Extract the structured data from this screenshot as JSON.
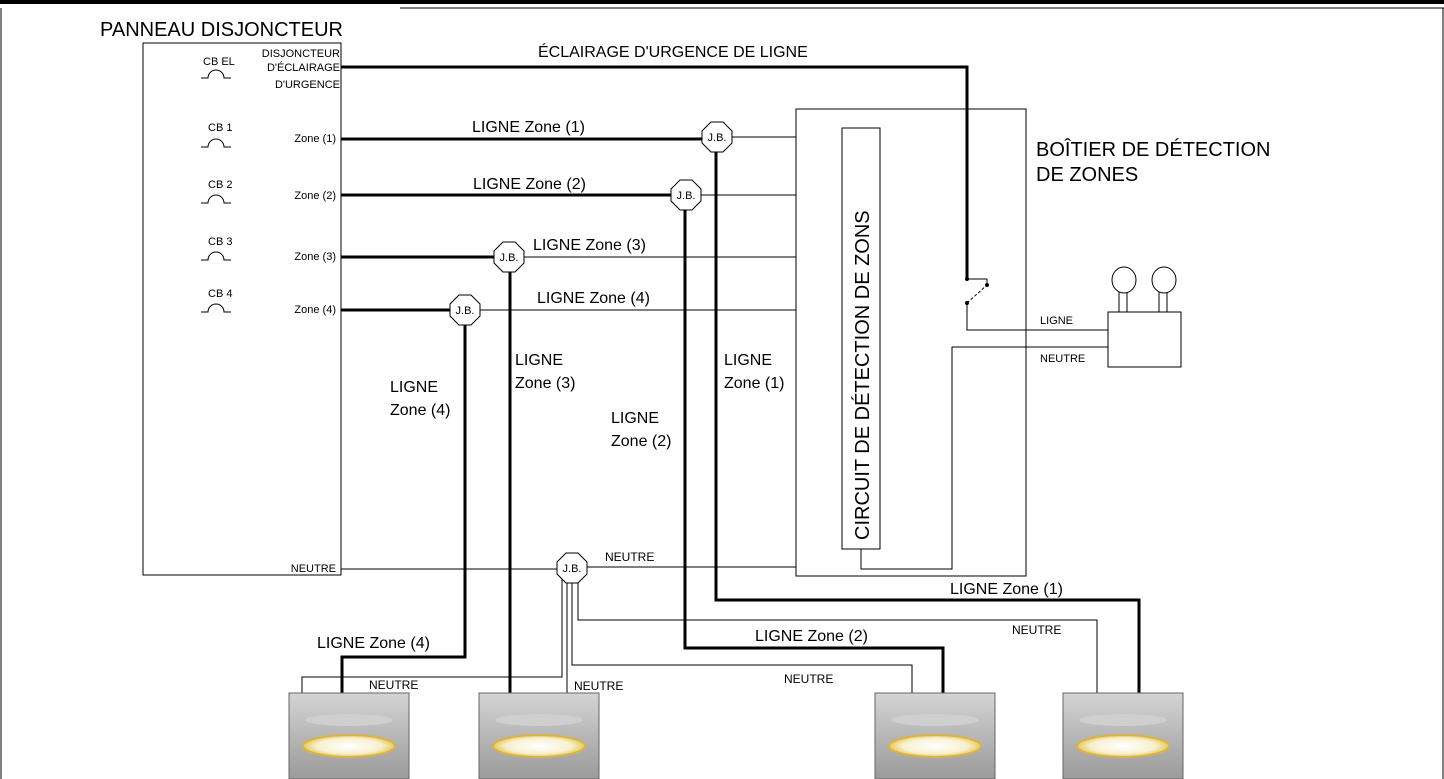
{
  "panel": {
    "title": "PANNEAU DISJONCTEUR",
    "breakers": [
      {
        "id": "CB EL",
        "label_lines": [
          "DISJONCTEUR",
          "D'ÉCLAIRAGE",
          "D'URGENCE"
        ]
      },
      {
        "id": "CB 1",
        "label": "Zone (1)"
      },
      {
        "id": "CB 2",
        "label": "Zone (2)"
      },
      {
        "id": "CB 3",
        "label": "Zone (3)"
      },
      {
        "id": "CB 4",
        "label": "Zone (4)"
      }
    ],
    "neutral": "NEUTRE"
  },
  "wires": {
    "emergency_line": "ÉCLAIRAGE D'URGENCE DE LIGNE",
    "line_z1": "LIGNE Zone (1)",
    "line_z2": "LIGNE Zone (2)",
    "line_z3": "LIGNE Zone (3)",
    "line_z4": "LIGNE Zone (4)",
    "vertical": {
      "ligne": "LIGNE",
      "z1": "Zone (1)",
      "z2": "Zone (2)",
      "z3": "Zone (3)",
      "z4": "Zone (4)"
    },
    "neutral": "NEUTRE",
    "line_short": "LIGNE"
  },
  "junction_label": "J.B.",
  "detection_box": {
    "title_lines": [
      "BOÎTIER DE DÉTECTION",
      "DE ZONES"
    ],
    "circuit_label": "CIRCUIT DE DÉTECTION DE ZONS"
  },
  "colors": {
    "line": "#000000",
    "background": "#ffffff",
    "lamp_glow": "#f3e49a",
    "fixture": "#c9c9c9"
  }
}
